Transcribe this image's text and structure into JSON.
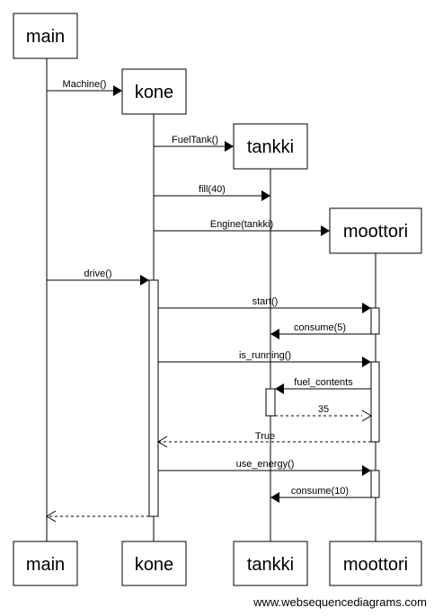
{
  "participants": {
    "main": "main",
    "kone": "kone",
    "tankki": "tankki",
    "moottori": "moottori"
  },
  "messages": {
    "machine": "Machine()",
    "fueltank": "FuelTank()",
    "fill": "fill(40)",
    "engine": "Engine(tankki)",
    "drive": "drive()",
    "start": "start()",
    "consume5": "consume(5)",
    "is_running": "is_running()",
    "fuel_contents": "fuel_contents",
    "ret35": "35",
    "ret_true": "True",
    "use_energy": "use_energy()",
    "consume10": "consume(10)"
  },
  "credit": "www.websequencediagrams.com"
}
